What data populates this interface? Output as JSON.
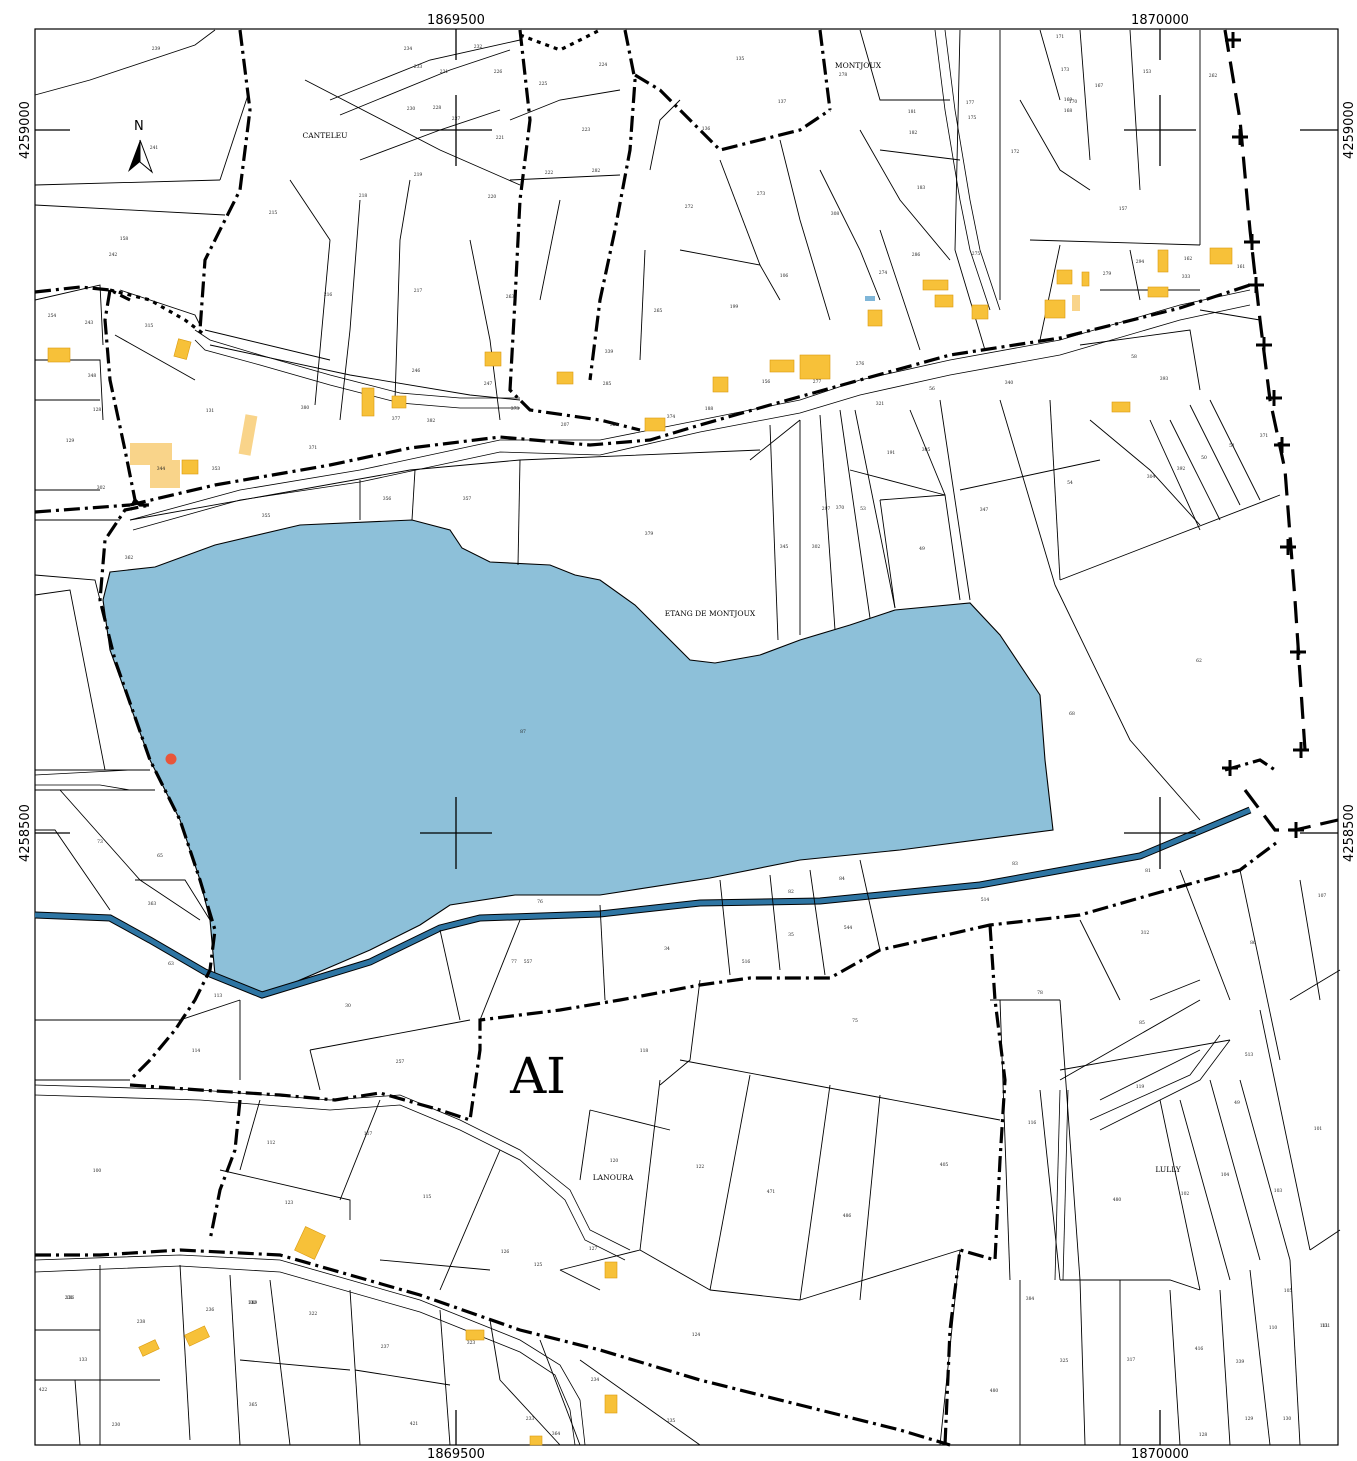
{
  "grid": {
    "x_labels": [
      "1869500",
      "1870000"
    ],
    "y_labels": [
      "4259000",
      "4258500"
    ]
  },
  "section": "AI",
  "north_label": "N",
  "places": {
    "canteleu": "CANTELEU",
    "montjoux": "MONTJOUX",
    "etang": "ETANG DE MONTJOUX",
    "lanoura": "LANOURA",
    "lully": "LULLY"
  },
  "pond_parcel": "87",
  "colors": {
    "water": "#8DC0D9",
    "river": "#2E75A3",
    "building": "#F7C139",
    "marker": "#E8553A"
  },
  "parcels": [
    "239",
    "234",
    "232",
    "231",
    "233",
    "226",
    "224",
    "225",
    "135",
    "278",
    "171",
    "173",
    "170",
    "167",
    "153",
    "262",
    "230",
    "228",
    "237",
    "221",
    "223",
    "136",
    "137",
    "181",
    "182",
    "177",
    "175",
    "168",
    "169",
    "172",
    "241",
    "218",
    "219",
    "220",
    "222",
    "282",
    "272",
    "273",
    "308",
    "183",
    "275",
    "106",
    "157",
    "215",
    "216",
    "217",
    "263",
    "265",
    "199",
    "274",
    "286",
    "279",
    "294",
    "162",
    "161",
    "158",
    "242",
    "243",
    "254",
    "315",
    "302",
    "348",
    "128",
    "129",
    "131",
    "380",
    "377",
    "382",
    "371",
    "246",
    "247",
    "285",
    "339",
    "328",
    "207",
    "373",
    "374",
    "188",
    "156",
    "277",
    "276",
    "191",
    "321",
    "56",
    "340",
    "58",
    "333",
    "355",
    "356",
    "357",
    "379",
    "344",
    "353",
    "49",
    "345",
    "347",
    "54",
    "302",
    "297",
    "370",
    "53",
    "305",
    "304",
    "393",
    "392",
    "50",
    "51",
    "371",
    "62",
    "68",
    "63",
    "65",
    "73",
    "363",
    "362",
    "30",
    "557",
    "34",
    "516",
    "35",
    "544",
    "514",
    "83",
    "81",
    "84",
    "82",
    "76",
    "77",
    "75",
    "78",
    "312",
    "86",
    "85",
    "107",
    "113",
    "114",
    "118",
    "116",
    "119",
    "513",
    "49",
    "101",
    "112",
    "115",
    "117",
    "123",
    "120",
    "122",
    "471",
    "486",
    "405",
    "480",
    "102",
    "104",
    "103",
    "105",
    "100",
    "127",
    "126",
    "125",
    "124",
    "480",
    "384",
    "325",
    "317",
    "416",
    "339",
    "110",
    "111",
    "128",
    "129",
    "130",
    "131",
    "132",
    "133",
    "136",
    "238",
    "236",
    "237",
    "322",
    "323",
    "234",
    "235",
    "233",
    "364",
    "365",
    "421",
    "422",
    "230",
    "231",
    "389",
    "257",
    "239",
    "258",
    "91"
  ]
}
